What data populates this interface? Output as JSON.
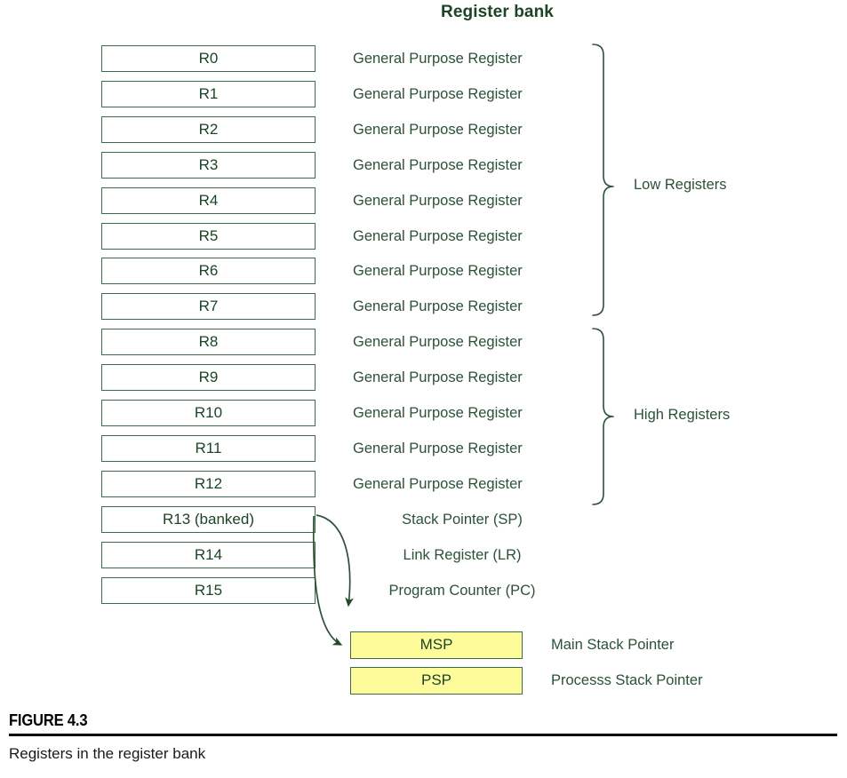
{
  "title": "Register bank",
  "colors": {
    "title_green": "#1b4525",
    "box_border_green": "#3d6b4c",
    "text_green": "#2c5137",
    "stack_box_yellow": "#fdfb9a",
    "arrow_green": "#1f4a2e",
    "caption_black": "#000000"
  },
  "registers": [
    {
      "name": "R0",
      "description": "General Purpose Register"
    },
    {
      "name": "R1",
      "description": "General Purpose Register"
    },
    {
      "name": "R2",
      "description": "General Purpose Register"
    },
    {
      "name": "R3",
      "description": "General Purpose Register"
    },
    {
      "name": "R4",
      "description": "General Purpose Register"
    },
    {
      "name": "R5",
      "description": "General Purpose Register"
    },
    {
      "name": "R6",
      "description": "General Purpose Register"
    },
    {
      "name": "R7",
      "description": "General Purpose Register"
    },
    {
      "name": "R8",
      "description": "General Purpose Register"
    },
    {
      "name": "R9",
      "description": "General Purpose Register"
    },
    {
      "name": "R10",
      "description": "General Purpose Register"
    },
    {
      "name": "R11",
      "description": "General Purpose Register"
    },
    {
      "name": "R12",
      "description": "General Purpose Register"
    },
    {
      "name": "R13 (banked)",
      "description": "Stack Pointer (SP)"
    },
    {
      "name": "R14",
      "description": "Link Register (LR)"
    },
    {
      "name": "R15",
      "description": "Program Counter (PC)"
    }
  ],
  "groups": {
    "low": {
      "label": "Low Registers",
      "first_register": "R0",
      "last_register": "R7"
    },
    "high": {
      "label": "High Registers",
      "first_register": "R8",
      "last_register": "R12"
    }
  },
  "stack_pointers": [
    {
      "name": "MSP",
      "description": "Main Stack Pointer"
    },
    {
      "name": "PSP",
      "description": "Processs Stack Pointer"
    }
  ],
  "figure": {
    "number": "FIGURE 4.3",
    "caption": "Registers in the register bank"
  }
}
